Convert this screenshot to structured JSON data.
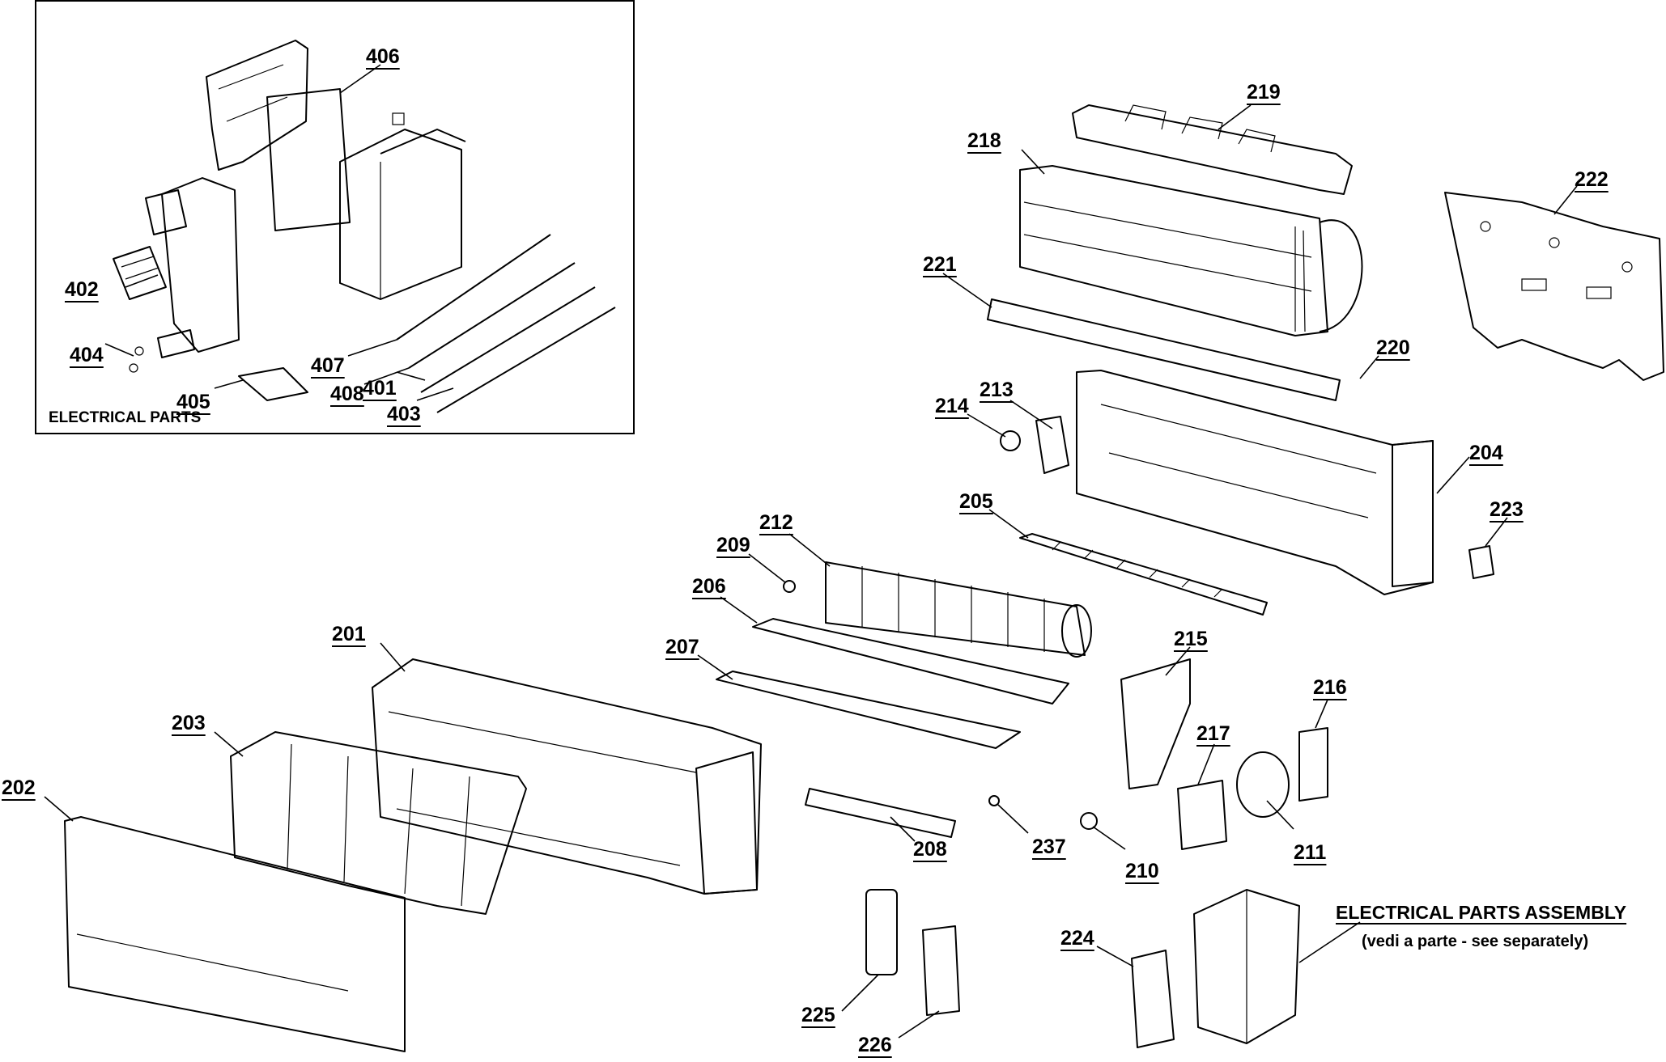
{
  "inset": {
    "title": "ELECTRICAL PARTS",
    "labels": {
      "p401": "401",
      "p402": "402",
      "p403": "403",
      "p404": "404",
      "p405": "405",
      "p406": "406",
      "p407": "407",
      "p408": "408"
    }
  },
  "assembly": {
    "title": "ELECTRICAL PARTS ASSEMBLY",
    "subtitle": "(vedi a parte - see separately)"
  },
  "labels": {
    "p201": "201",
    "p202": "202",
    "p203": "203",
    "p204": "204",
    "p205": "205",
    "p206": "206",
    "p207": "207",
    "p208": "208",
    "p209": "209",
    "p210": "210",
    "p211": "211",
    "p212": "212",
    "p213": "213",
    "p214": "214",
    "p215": "215",
    "p216": "216",
    "p217": "217",
    "p218": "218",
    "p219": "219",
    "p220": "220",
    "p221": "221",
    "p222": "222",
    "p223": "223",
    "p224": "224",
    "p225": "225",
    "p226": "226",
    "p237": "237"
  }
}
